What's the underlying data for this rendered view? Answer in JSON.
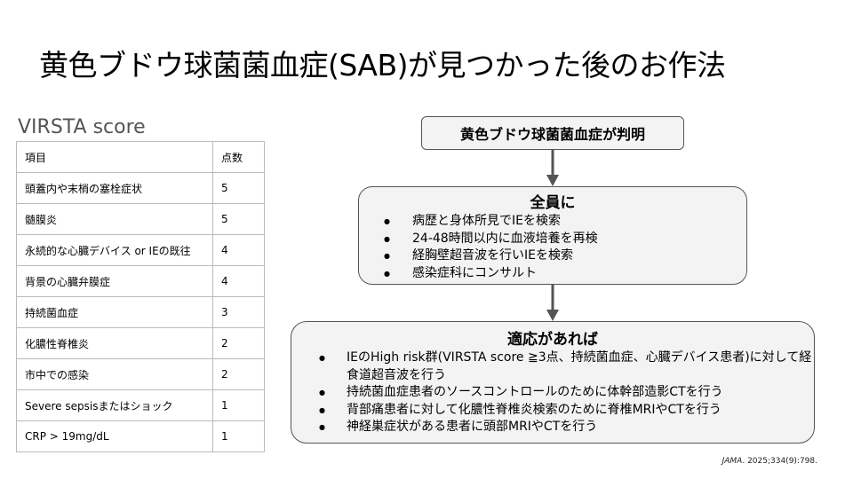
{
  "title": "黄色ブドウ球菌菌血症(SAB)が見つかった後のお作法",
  "score": {
    "title": "VIRSTA score",
    "headers": [
      "項目",
      "点数"
    ],
    "rows": [
      {
        "item": "頭蓋内や末梢の塞栓症状",
        "points": "5"
      },
      {
        "item": "髄膜炎",
        "points": "5"
      },
      {
        "item": "永続的な心臓デバイス or IEの既往",
        "points": "4"
      },
      {
        "item": "背景の心臓弁膜症",
        "points": "4"
      },
      {
        "item": "持続菌血症",
        "points": "3"
      },
      {
        "item": "化膿性脊椎炎",
        "points": "2"
      },
      {
        "item": "市中での感染",
        "points": "2"
      },
      {
        "item": "Severe sepsisまたはショック",
        "points": "1"
      },
      {
        "item": "CRP > 19mg/dL",
        "points": "1"
      }
    ]
  },
  "flow": {
    "start": "黄色ブドウ球菌菌血症が判明",
    "all": {
      "heading": "全員に",
      "items": [
        "病歴と身体所見でIEを検索",
        "24-48時間以内に血液培養を再検",
        "経胸壁超音波を行いIEを検索",
        "感染症科にコンサルト"
      ]
    },
    "indicated": {
      "heading": "適応があれば",
      "items": [
        "IEのHigh risk群(VIRSTA score ≧3点、持続菌血症、心臓デバイス患者)に対して経食道超音波を行う",
        "持続菌血症患者のソースコントロールのために体幹部造影CTを行う",
        "背部痛患者に対して化膿性脊椎炎検索のために脊椎MRIやCTを行う",
        "神経巣症状がある患者に頭部MRIやCTを行う"
      ]
    }
  },
  "citation": {
    "journal": "JAMA",
    "rest": ". 2025;334(9):798."
  }
}
